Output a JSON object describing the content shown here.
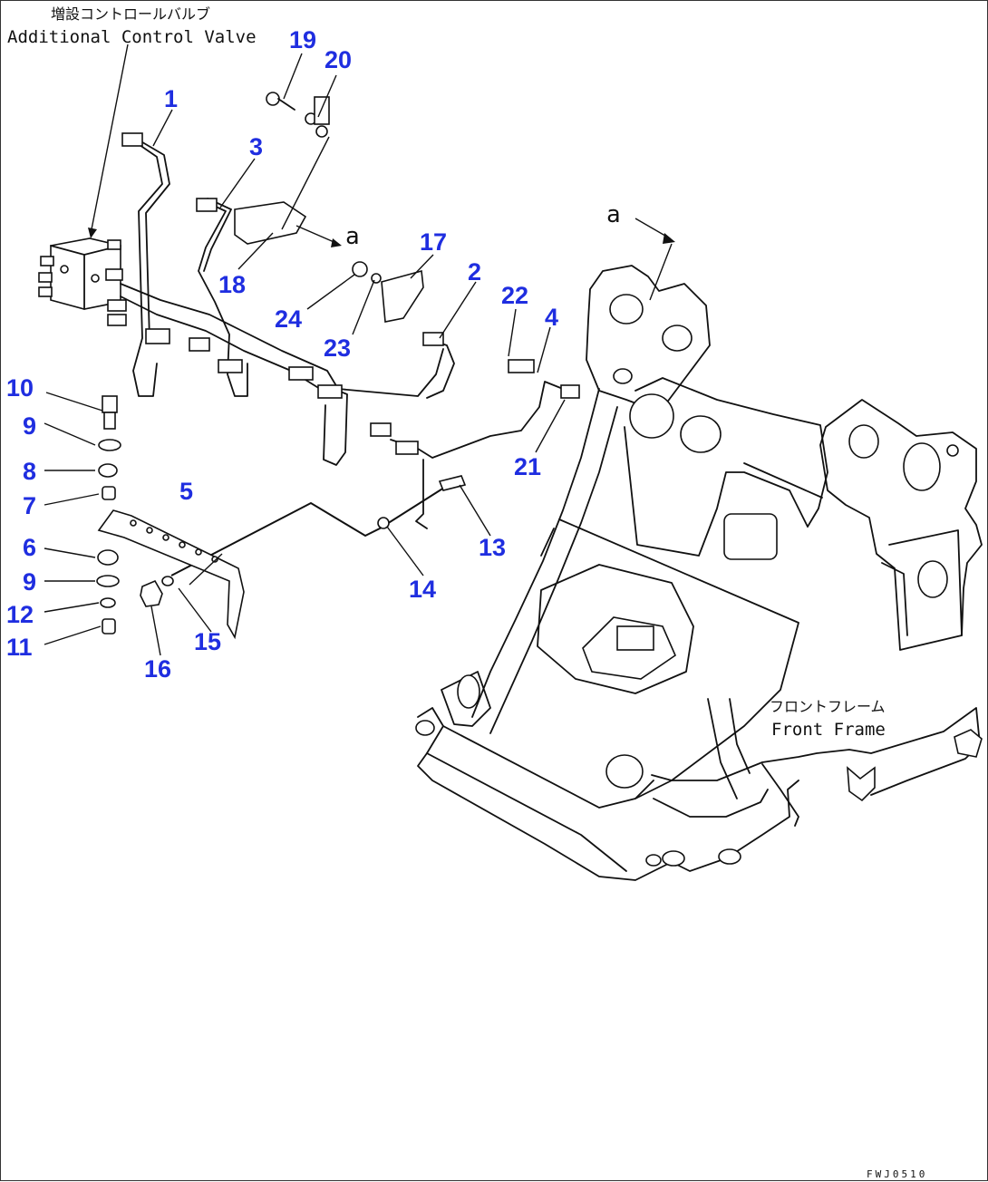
{
  "labels": {
    "valve_jp": "増設コントロールバルブ",
    "valve_en": "Additional Control Valve",
    "frame_jp": "フロントフレーム",
    "frame_en": "Front Frame",
    "view_ref_a_top": "a",
    "view_ref_a_bracket": "a",
    "drawing_code": "FWJ0510"
  },
  "callouts": [
    "1",
    "2",
    "3",
    "4",
    "5",
    "6",
    "7",
    "8",
    "9",
    "9",
    "10",
    "11",
    "12",
    "13",
    "14",
    "15",
    "16",
    "17",
    "18",
    "19",
    "20",
    "21",
    "22",
    "23",
    "24"
  ],
  "colors": {
    "callout": "#1f2ee0",
    "line": "#111111"
  }
}
